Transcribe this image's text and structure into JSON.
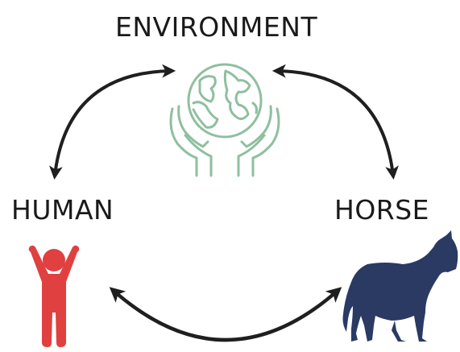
{
  "nodes": {
    "environment": {
      "label": "ENVIRONMENT"
    },
    "human": {
      "label": "HUMAN"
    },
    "horse": {
      "label": "HORSE"
    }
  },
  "colors": {
    "text": "#1a1a1a",
    "arrow": "#1f1f1f",
    "globe_icon": "#8fbf9f",
    "human_icon": "#e0403f",
    "horse_icon": "#2b3a63"
  },
  "icons": {
    "environment": "globe-in-hands-icon",
    "human": "person-arms-raised-icon",
    "horse": "horse-silhouette-icon"
  },
  "connections": [
    {
      "from": "environment",
      "to": "human",
      "type": "bidirectional"
    },
    {
      "from": "environment",
      "to": "horse",
      "type": "bidirectional"
    },
    {
      "from": "human",
      "to": "horse",
      "type": "bidirectional"
    }
  ]
}
